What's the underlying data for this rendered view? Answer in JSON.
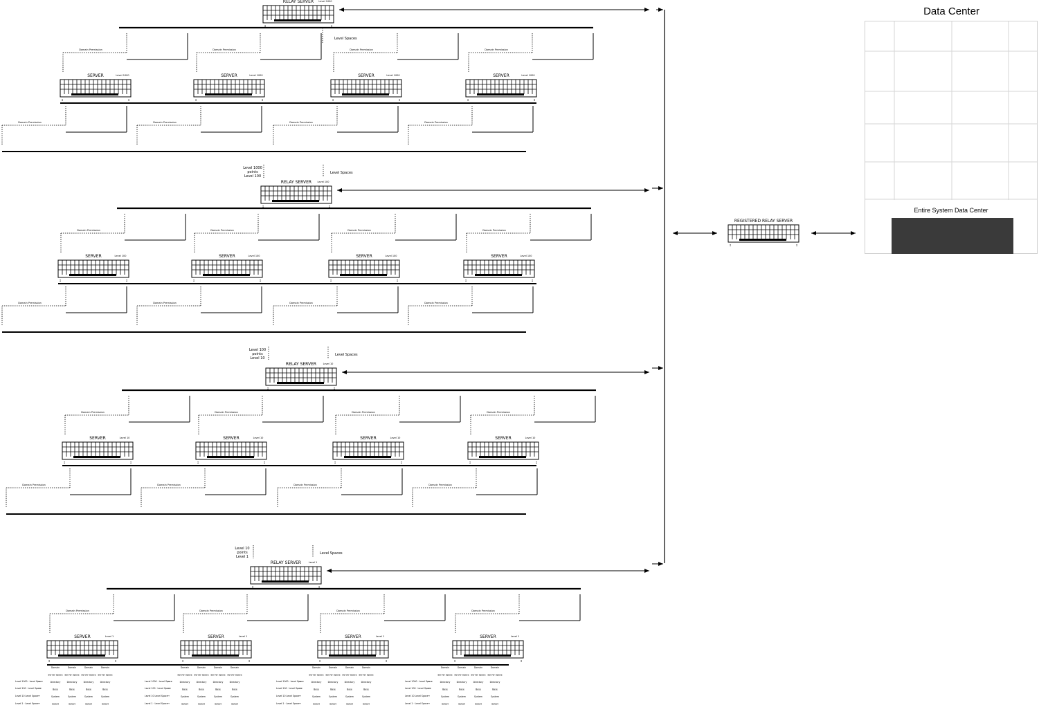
{
  "data_center": {
    "title": "Data Center",
    "subtitle": "Entire System Data Center",
    "block_color": "#3a3a3a"
  },
  "registered_relay": {
    "label": "REGISTERED RELAY SERVER"
  },
  "level_spaces_label": "Level Spaces",
  "domain_permission_label": "Domain Premission",
  "server_label": "SERVER",
  "relay_label": "RELAY SERVER",
  "tiers": [
    {
      "relay_level": "Level 1000",
      "server_level": "Level 1000",
      "points": []
    },
    {
      "relay_level": "Level 100",
      "server_level": "Level 100",
      "points": [
        "Level 1000",
        "points",
        "Level 100"
      ]
    },
    {
      "relay_level": "Level 10",
      "server_level": "Level 10",
      "points": [
        "Level 100",
        "points",
        "Level 10"
      ]
    },
    {
      "relay_level": "Level 1",
      "server_level": "Level 1",
      "points": [
        "Level 10",
        "points",
        "Level 1"
      ]
    }
  ],
  "legend": {
    "level_rows": [
      "Level 1000 · Level Space",
      "Level 100 · Level Space",
      "Level 10 Level Space",
      "Level 1 · Level Space"
    ],
    "columns": [
      [
        "Domain",
        "Server Space",
        "Directory",
        "Base",
        "System",
        "Select"
      ],
      [
        "Domain",
        "Server Space",
        "Directory",
        "Base",
        "System",
        "Select"
      ],
      [
        "Domain",
        "Server Space",
        "Directory",
        "Base",
        "System",
        "Select"
      ],
      [
        "Domain",
        "Server Space",
        "Directory",
        "Base",
        "System",
        "Select"
      ]
    ]
  }
}
